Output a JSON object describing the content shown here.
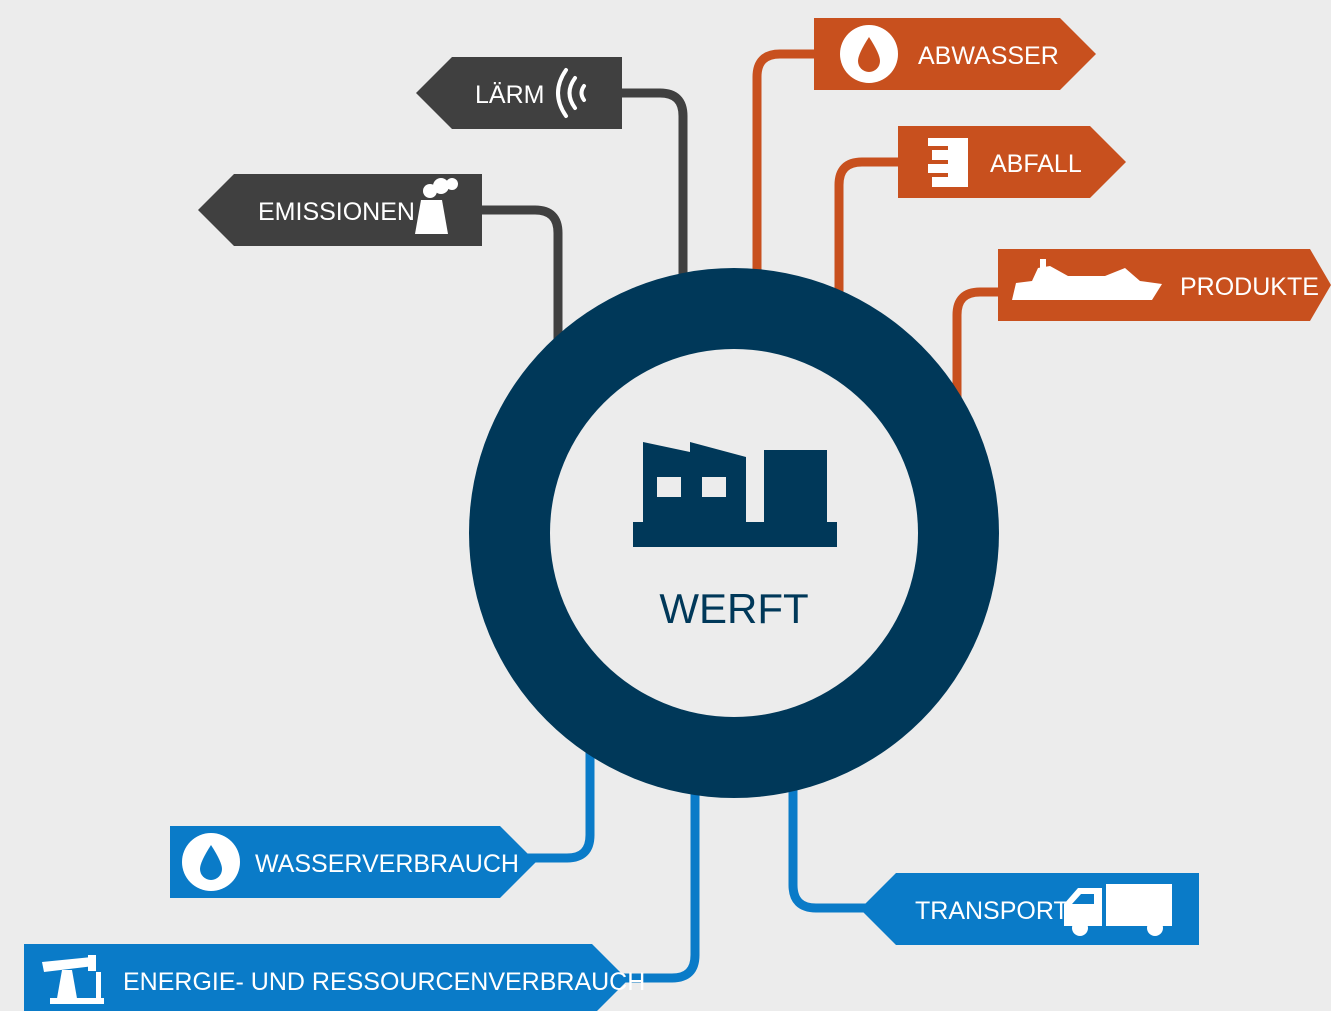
{
  "colors": {
    "background": "#ececec",
    "dark": "#404040",
    "orange": "#c8501e",
    "blue": "#0a7bc8",
    "navy": "#003859",
    "inner": "#ececec"
  },
  "center": {
    "label": "WERFT",
    "icon": "factory-icon"
  },
  "outputs": {
    "laerm": {
      "label": "LÄRM",
      "icon": "sound-waves-icon"
    },
    "emissionen": {
      "label": "EMISSIONEN",
      "icon": "smokestack-icon"
    },
    "abwasser": {
      "label": "ABWASSER",
      "icon": "water-drop-icon"
    },
    "abfall": {
      "label": "ABFALL",
      "icon": "waste-bin-icon"
    },
    "produkte": {
      "label": "PRODUKTE",
      "icon": "ship-icon"
    }
  },
  "inputs": {
    "wasserverbrauch": {
      "label": "WASSERVERBRAUCH",
      "icon": "water-drop-icon"
    },
    "energie": {
      "label": "ENERGIE- UND RESSOURCENVERBRAUCH",
      "icon": "oil-pump-icon"
    },
    "transport": {
      "label": "TRANSPORT",
      "icon": "truck-icon"
    }
  }
}
